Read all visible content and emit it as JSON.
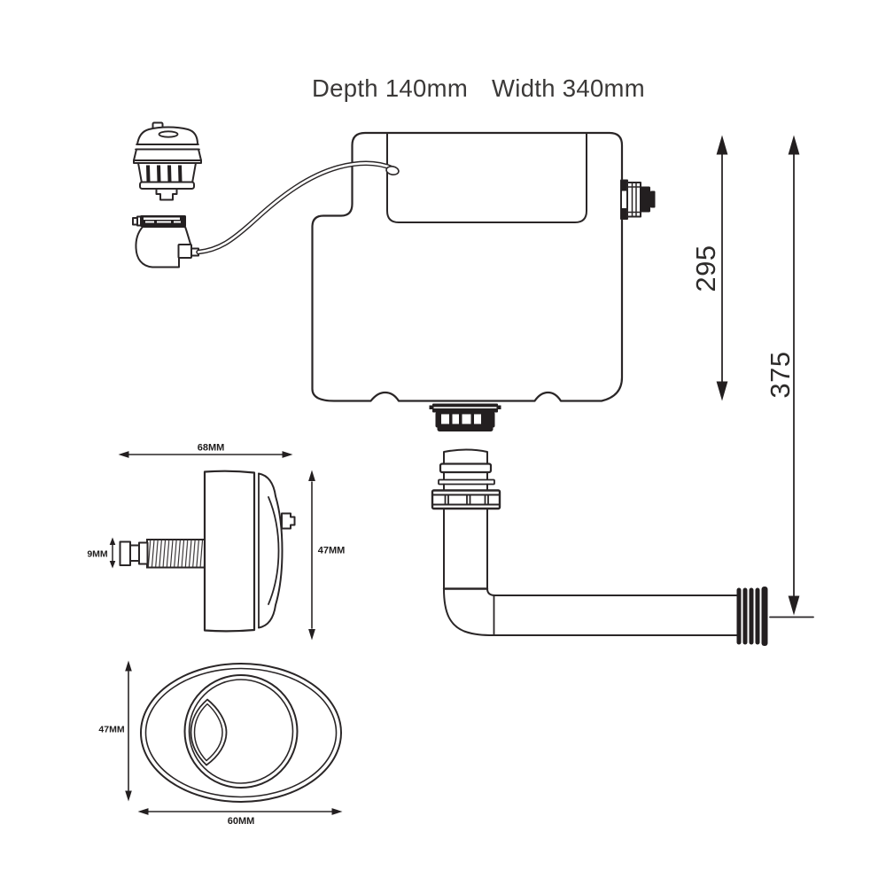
{
  "header": {
    "depth_label": "Depth 140mm",
    "width_label": "Width 340mm"
  },
  "dimensions": {
    "cistern_height_mm": "295",
    "overall_height_mm": "375",
    "button_side_width": "68MM",
    "button_side_height": "47MM",
    "button_shaft_diameter": "9MM",
    "button_face_height": "47MM",
    "button_face_width": "60MM"
  },
  "components": {
    "drawing_subject": "concealed-cistern-technical-drawing",
    "parts": [
      "fill-valve",
      "flush-actuator",
      "air-tube",
      "cistern-tank",
      "access-panel",
      "side-inlet-connector",
      "bottom-outlet-nut",
      "flush-pipe-elbow",
      "ribbed-pan-connector",
      "push-button-side-view",
      "push-button-face-view"
    ]
  },
  "colors": {
    "line": "#2a2627",
    "fill_dark": "#231f20",
    "text": "#3b3938",
    "background": "#ffffff"
  }
}
